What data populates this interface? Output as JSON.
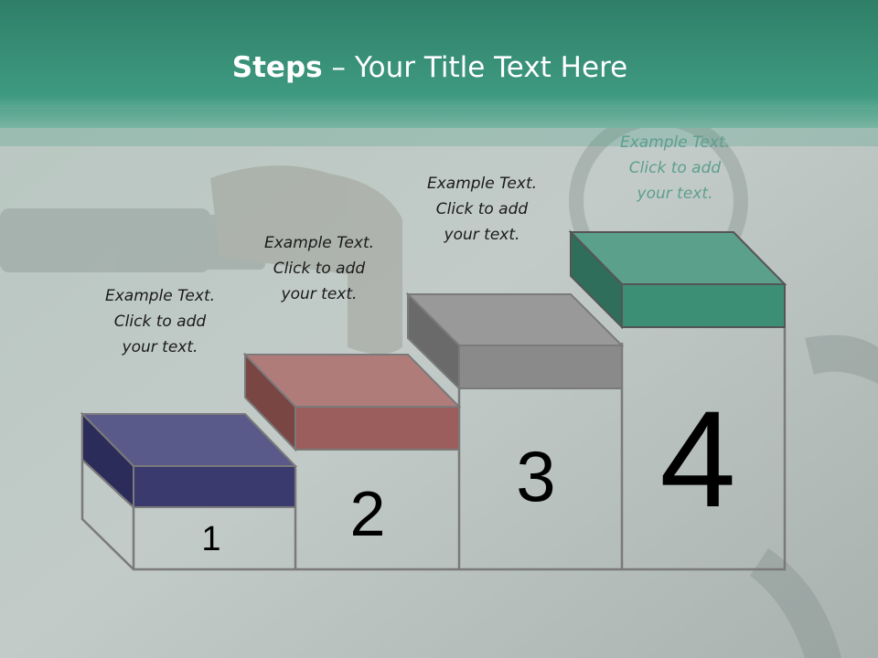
{
  "title": {
    "bold": "Steps",
    "dash": " – ",
    "rest": "Your Title Text Here"
  },
  "steps": [
    {
      "number": "1",
      "caption": [
        "Example Text.",
        "Click  to add",
        "your text."
      ],
      "color": "#5a5a8a"
    },
    {
      "number": "2",
      "caption": [
        "Example Text.",
        "Click  to add",
        "your text."
      ],
      "color": "#a86a68"
    },
    {
      "number": "3",
      "caption": [
        "Example Text.",
        "Click  to add",
        "your text."
      ],
      "color": "#8e8e8e"
    },
    {
      "number": "4",
      "caption": [
        "Example Text.",
        "Click  to add",
        "your text."
      ],
      "color": "#3c8f75"
    }
  ],
  "theme": {
    "header": "#3e9a80",
    "accent": "#3c8f75"
  }
}
